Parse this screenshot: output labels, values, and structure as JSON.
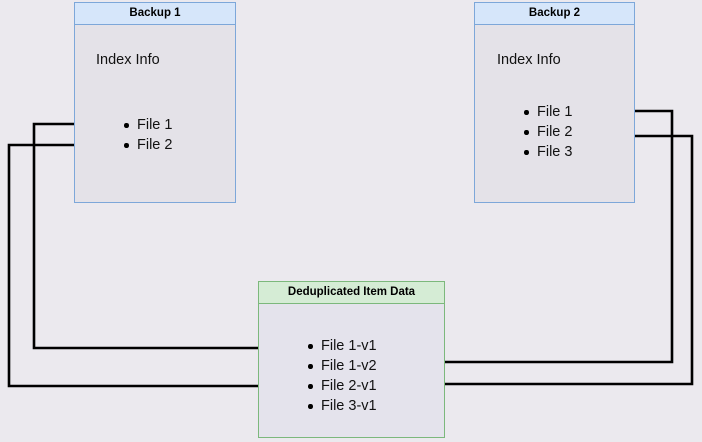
{
  "page": {
    "background_color": "#ebe9ee",
    "title": "Backup deduplication diagram"
  },
  "colors": {
    "blue_border": "#7da7d9",
    "blue_header": "#d6e6fa",
    "green_border": "#7cb87c",
    "green_header": "#d5ecd5",
    "box_body": "#e4e2e8",
    "edge": "#000000"
  },
  "boxes": {
    "backup1": {
      "title": "Backup 1",
      "section_label": "Index Info",
      "items": [
        "File 1",
        "File 2"
      ]
    },
    "backup2": {
      "title": "Backup 2",
      "section_label": "Index Info",
      "items": [
        "File 1",
        "File 2",
        "File 3"
      ]
    },
    "dedup": {
      "title": "Deduplicated Item Data",
      "items": [
        "File 1-v1",
        "File 1-v2",
        "File 2-v1",
        "File 3-v1"
      ]
    }
  },
  "edges": [
    {
      "from": "backup1.File 1",
      "to": "dedup.File 1-v1",
      "direction": "right",
      "route": "left-side"
    },
    {
      "from": "backup1.File 2",
      "to": "dedup.File 2-v1",
      "direction": "right",
      "route": "left-side"
    },
    {
      "from": "backup2.File 1",
      "to": "dedup.File 1-v2",
      "direction": "left",
      "route": "right-side"
    },
    {
      "from": "backup2.File 2",
      "to": "dedup.File 2-v1",
      "direction": "left",
      "route": "right-side"
    }
  ]
}
